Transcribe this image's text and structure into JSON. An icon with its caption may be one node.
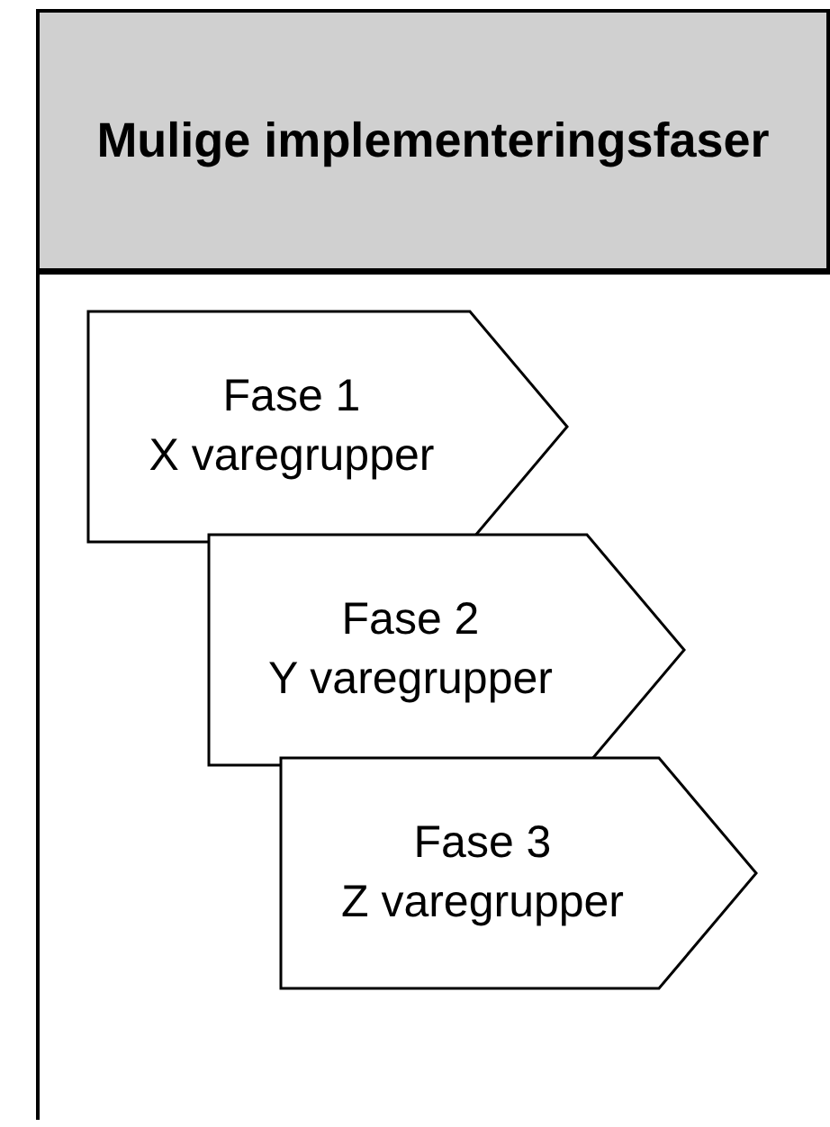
{
  "diagram": {
    "nodes": [
      {
        "text": [
          "Mulige implementeringsfaser"
        ]
      },
      {
        "text": [
          "Fase 1",
          "X varegrupper"
        ]
      },
      {
        "text": [
          "Fase 2",
          "Y varegrupper"
        ]
      },
      {
        "text": [
          "Fase 3",
          "Z varegrupper"
        ]
      }
    ]
  }
}
